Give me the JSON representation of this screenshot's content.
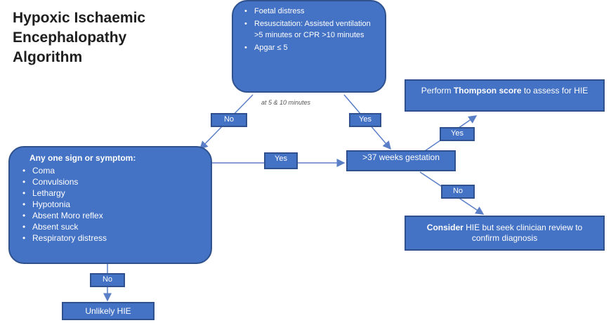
{
  "title_lines": [
    "Hypoxic Ischaemic",
    "Encephalopathy",
    "Algorithm"
  ],
  "criteria_box": {
    "items": [
      "Foetal distress",
      "Resuscitation: Assisted ventilation >5 minutes or CPR >10 minutes",
      "Apgar ≤ 5"
    ],
    "note": "at 5 & 10 minutes"
  },
  "symptoms_box": {
    "heading": "Any one sign or symptom:",
    "items": [
      "Coma",
      "Convulsions",
      "Lethargy",
      "Hypotonia",
      "Absent Moro reflex",
      "Absent suck",
      "Respiratory distress"
    ]
  },
  "gestation_box": {
    "text": ">37 weeks gestation"
  },
  "thompson_box": {
    "prefix": "Perform ",
    "bold": "Thompson score",
    "suffix": " to assess for HIE"
  },
  "consider_box": {
    "bold": "Consider",
    "suffix": " HIE but seek clinician review to confirm diagnosis"
  },
  "unlikely_box": {
    "text": "Unlikely HIE"
  },
  "labels": {
    "no_left": "No",
    "yes_right": "Yes",
    "yes_mid": "Yes",
    "yes_top": "Yes",
    "no_gest": "No",
    "no_bottom": "No"
  },
  "colors": {
    "box_fill": "#4472c4",
    "box_border": "#2f528f",
    "arrow": "#5b7fc7"
  }
}
